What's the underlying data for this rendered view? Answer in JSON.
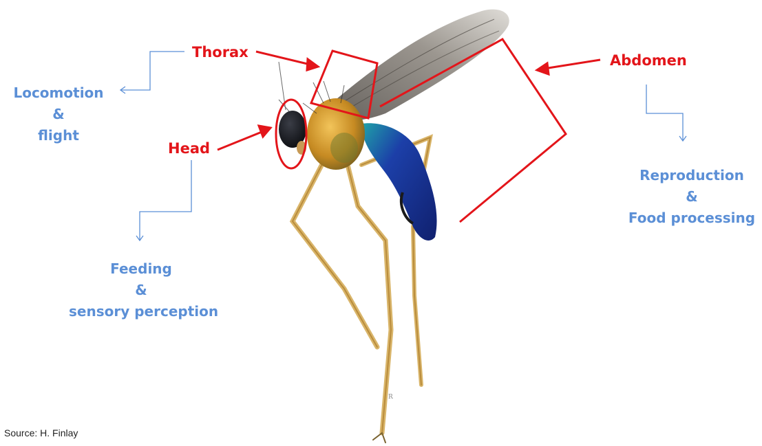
{
  "labels": {
    "thorax": "Thorax",
    "head": "Head",
    "abdomen": "Abdomen"
  },
  "functions": {
    "thorax": [
      "Locomotion",
      "&",
      "flight"
    ],
    "head": [
      "Feeding",
      "&",
      "sensory perception"
    ],
    "abdomen": [
      "Reproduction",
      "&",
      "Food processing"
    ]
  },
  "source": "Source: H. Finlay",
  "colors": {
    "part_label": "#e3151a",
    "function_label": "#5b8fd6",
    "background": "#ffffff"
  }
}
